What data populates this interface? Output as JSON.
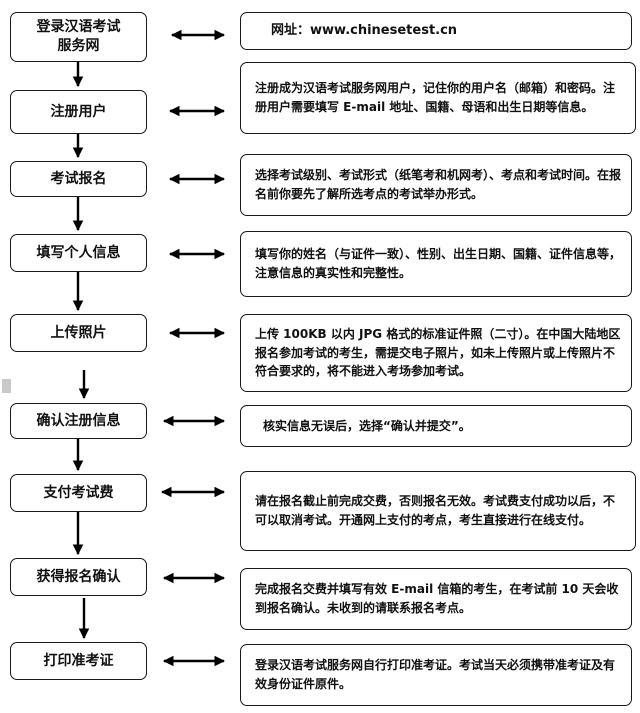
{
  "steps": [
    {
      "label": "登录汉语考试服务网",
      "description": "网址：www.chinesetest.cn"
    },
    {
      "label": "注册用户",
      "description": "注册成为汉语考试服务网用户，记住你的用户名（邮箱）和密码。注册用户需要填写 E-mail 地址、国籍、母语和出生日期等信息。"
    },
    {
      "label": "考试报名",
      "description": "选择考试级别、考试形式（纸笔考和机网考）、考点和考试时间。在报名前你要先了解所选考点的考试举办形式。"
    },
    {
      "label": "填写个人信息",
      "description": "填写你的姓名（与证件一致）、性别、出生日期、国籍、证件信息等，注意信息的真实性和完整性。"
    },
    {
      "label": "上传照片",
      "description": "上传 100KB 以内 JPG 格式的标准证件照（二寸）。在中国大陆地区报名参加考试的考生，需提交电子照片，如未上传照片或上传照片不符合要求的，将不能进入考场参加考试。"
    },
    {
      "label": "确认注册信息",
      "description": "核实信息无误后，选择“确认并提交”。"
    },
    {
      "label": "支付考试费",
      "description": "请在报名截止前完成交费，否则报名无效。考试费支付成功以后，不可以取消考试。开通网上支付的考点，考生直接进行在线支付。"
    },
    {
      "label": "获得报名确认",
      "description": "完成报名交费并填写有效 E-mail 信箱的考生，在考试前 10 天会收到报名确认。未收到的请联系报名考点。"
    },
    {
      "label": "打印准考证",
      "description": "登录汉语考试服务网自行打印准考证。考试当天必须携带准考证及有效身份证件原件。"
    }
  ]
}
